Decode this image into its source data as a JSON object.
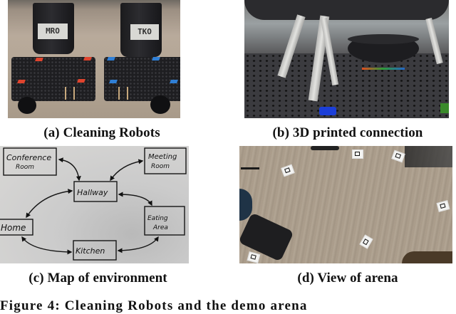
{
  "figure": {
    "panels": [
      {
        "id": "a",
        "caption": "(a) Cleaning Robots",
        "content": "photo",
        "bucket_labels": [
          "MRO",
          "TKO"
        ]
      },
      {
        "id": "b",
        "caption": "(b) 3D printed connection",
        "content": "photo"
      },
      {
        "id": "c",
        "caption": "(c) Map of environment",
        "content": "hand-drawn diagram",
        "nodes": [
          "Conference Room",
          "Meeting Room",
          "Hallway",
          "Home",
          "Eating Area",
          "Kitchen"
        ],
        "node_lines": {
          "conference": [
            "Conference",
            "Room"
          ],
          "meeting": [
            "Meeting",
            "Room"
          ],
          "hallway": [
            "Hallway"
          ],
          "home": [
            "Home"
          ],
          "eating": [
            "Eating",
            "Area"
          ],
          "kitchen": [
            "Kitchen"
          ]
        },
        "edges": [
          [
            "Conference Room",
            "Hallway"
          ],
          [
            "Meeting Room",
            "Hallway"
          ],
          [
            "Hallway",
            "Home"
          ],
          [
            "Hallway",
            "Eating Area"
          ],
          [
            "Home",
            "Kitchen"
          ],
          [
            "Kitchen",
            "Eating Area"
          ]
        ]
      },
      {
        "id": "d",
        "caption": "(d) View of arena",
        "content": "photo"
      }
    ],
    "caption_partial": "Figure 4: Cleaning Robots and the demo arena"
  }
}
